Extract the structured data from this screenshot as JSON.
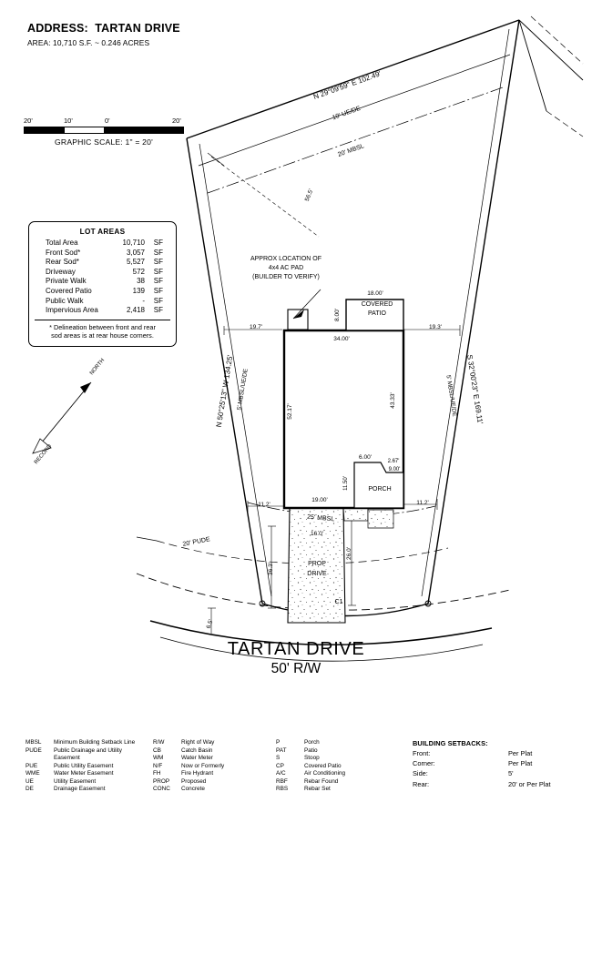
{
  "header": {
    "address_label": "ADDRESS:  TARTAN DRIVE",
    "area_label": "AREA: 10,710 S.F. ~ 0.246 ACRES"
  },
  "graphic_scale": {
    "caption": "GRAPHIC SCALE: 1\" = 20'",
    "ticks": [
      "20'",
      "10'",
      "0'",
      "20'"
    ]
  },
  "lot_areas": {
    "title": "LOT AREAS",
    "rows": [
      {
        "name": "Total Area",
        "value": "10,710",
        "unit": "SF"
      },
      {
        "name": "Front Sod*",
        "value": "3,057",
        "unit": "SF"
      },
      {
        "name": "Rear Sod*",
        "value": "5,527",
        "unit": "SF"
      },
      {
        "name": "Driveway",
        "value": "572",
        "unit": "SF"
      },
      {
        "name": "Private Walk",
        "value": "38",
        "unit": "SF"
      },
      {
        "name": "Covered Patio",
        "value": "139",
        "unit": "SF"
      },
      {
        "name": "Public Walk",
        "value": "-",
        "unit": "SF"
      },
      {
        "name": "Impervious Area",
        "value": "2,418",
        "unit": "SF"
      }
    ],
    "note_line1": "* Delineation between front and rear",
    "note_line2": "sod areas is at rear house corners."
  },
  "plan": {
    "north_arrow_label": "NORTH",
    "record_label": "RECORD",
    "bearings": {
      "top": "N 29°09'59\" E  102.49'",
      "left": "N 50°25'13\" W 134.25'",
      "right": "S 32°00'23\" E  169.11'"
    },
    "easements": {
      "top_ue_de": "10' UE/DE",
      "top_mbsl": "20' MBSL",
      "left_mbsl": "5' MBSL/UE/DE",
      "right_mbsl": "5' MBSL/UE/DE",
      "front_mbsl": "25' MBSL",
      "pude": "20' PUDE"
    },
    "ac_pad_note": {
      "line1": "APPROX LOCATION OF",
      "line2": "4x4 AC PAD",
      "line3": "(BUILDER TO VERIFY)"
    },
    "structures": {
      "covered_patio_label_1": "COVERED",
      "covered_patio_label_2": "PATIO",
      "porch_label": "PORCH",
      "drive_label_1": "PROP",
      "drive_label_2": "DRIVE",
      "curve_label": "C1"
    },
    "dimensions": {
      "patio_top": "18.00'",
      "patio_side": "8.00'",
      "house_top": "34.00'",
      "house_left": "52.17'",
      "house_right": "43.33'",
      "house_bottom": "19.00'",
      "porch_top": "6.00'",
      "porch_step": "2.67'",
      "porch_step2": "9.00'",
      "porch_side": "11.50'",
      "offset_left_rear": "19.7'",
      "offset_right_rear": "19.3'",
      "offset_left_front": "11.2'",
      "offset_right_front": "11.2'",
      "drive_width": "16.0'",
      "drive_length": "26.0'",
      "left_front_line": "36.3'",
      "rear_tie": "56.5'",
      "pude_tie": "6.5'"
    },
    "street": {
      "name": "TARTAN DRIVE",
      "row": "50' R/W"
    }
  },
  "legend": {
    "column1": [
      {
        "abbr": "MBSL",
        "desc": "Minimum Building Setback Line"
      },
      {
        "abbr": "PUDE",
        "desc": "Public Drainage and Utility"
      },
      {
        "abbr": "",
        "desc": "Easement"
      },
      {
        "abbr": "PUE",
        "desc": "Public Utility Easement"
      },
      {
        "abbr": "WME",
        "desc": "Water Meter Easement"
      },
      {
        "abbr": "UE",
        "desc": "Utility Easement"
      },
      {
        "abbr": "DE",
        "desc": "Drainage Easement"
      }
    ],
    "column2": [
      {
        "abbr": "R/W",
        "desc": "Right of Way"
      },
      {
        "abbr": "CB",
        "desc": "Catch Basin"
      },
      {
        "abbr": "WM",
        "desc": "Water Meter"
      },
      {
        "abbr": "N/F",
        "desc": "Now or Formerly"
      },
      {
        "abbr": "FH",
        "desc": "Fire Hydrant"
      },
      {
        "abbr": "PROP",
        "desc": "Proposed"
      },
      {
        "abbr": "CONC",
        "desc": "Concrete"
      }
    ],
    "column3": [
      {
        "abbr": "P",
        "desc": "Porch"
      },
      {
        "abbr": "PAT",
        "desc": "Patio"
      },
      {
        "abbr": "S",
        "desc": "Stoop"
      },
      {
        "abbr": "CP",
        "desc": "Covered Patio"
      },
      {
        "abbr": "A/C",
        "desc": "Air Conditioning"
      },
      {
        "abbr": "RBF",
        "desc": "Rebar Found"
      },
      {
        "abbr": "RBS",
        "desc": "Rebar Set"
      }
    ]
  },
  "setbacks": {
    "title": "BUILDING SETBACKS:",
    "rows": [
      {
        "key": "Front:",
        "value": "Per Plat"
      },
      {
        "key": "Corner:",
        "value": "Per Plat"
      },
      {
        "key": "Side:",
        "value": "5'"
      },
      {
        "key": "Rear:",
        "value": "20' or Per Plat"
      }
    ]
  },
  "colors": {
    "ink": "#000000",
    "paper": "#ffffff",
    "hatch": "#555555"
  }
}
